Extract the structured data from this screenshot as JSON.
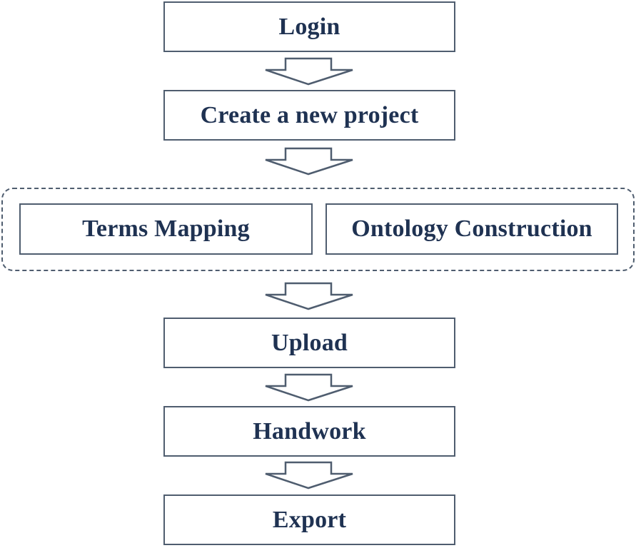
{
  "diagram": {
    "steps": {
      "login": "Login",
      "create_project": "Create a new project",
      "terms_mapping": "Terms Mapping",
      "ontology_construction": "Ontology Construction",
      "upload": "Upload",
      "handwork": "Handwork",
      "export": "Export"
    },
    "colors": {
      "text": "#1f3252",
      "stroke": "#4f5d6f",
      "background": "#ffffff"
    }
  }
}
